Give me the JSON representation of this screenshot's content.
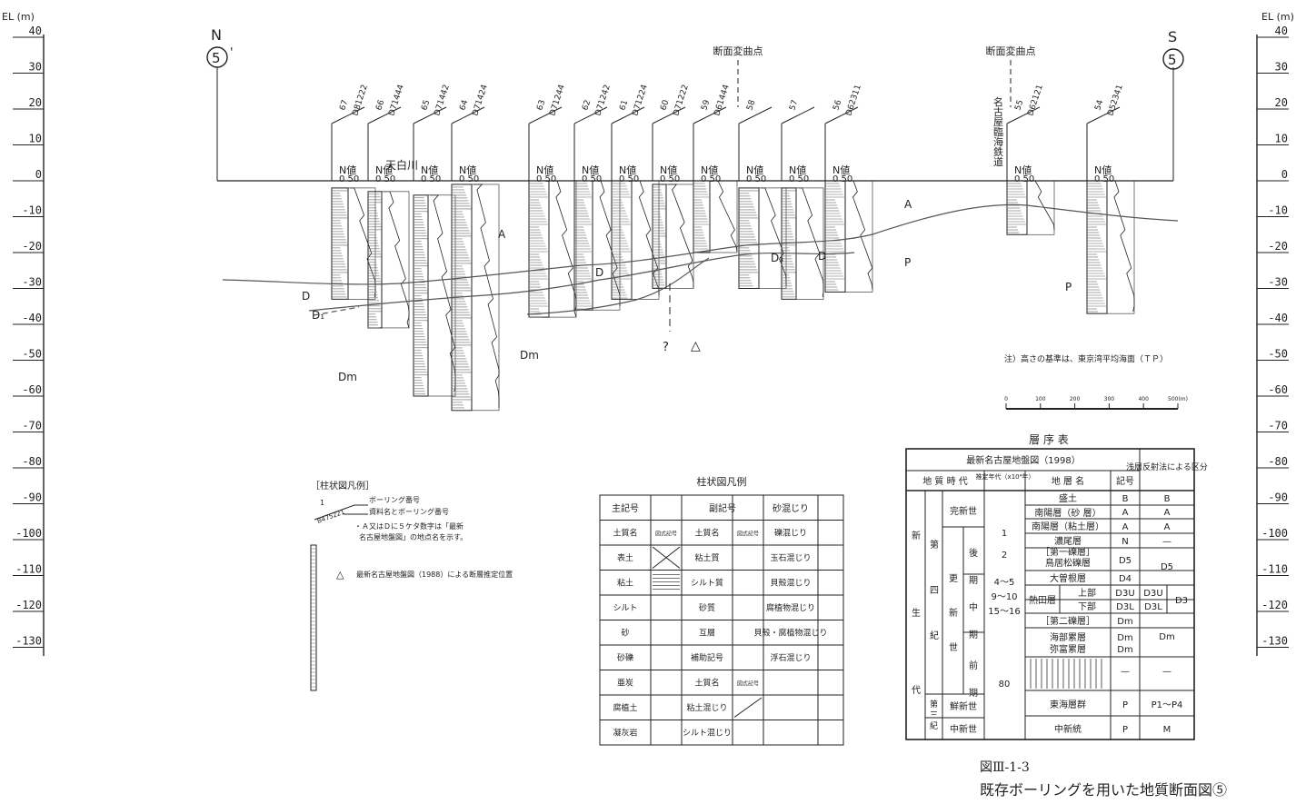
{
  "elevation_axis": {
    "label": "EL (m)",
    "ticks": [
      "40",
      "30",
      "20",
      "10",
      "0",
      "-10",
      "-20",
      "-30",
      "-40",
      "-50",
      "-60",
      "-70",
      "-80",
      "-90",
      "-100",
      "-110",
      "-120",
      "-130"
    ]
  },
  "section": {
    "north_letter": "N",
    "south_letter": "S",
    "marker_number": "5",
    "marker_prime": "'",
    "bend_point_label": "断面変曲点",
    "river_label": "天白川",
    "railway_label": "名古屋臨海鉄道",
    "n_value_label": "N値",
    "n_value_scale": "0 50",
    "unknown_mark": "?",
    "triangle_mark": "△",
    "note": "注）高さの基準は、東京湾平均海面（ＴＰ）",
    "scale_ticks": [
      "0",
      "100",
      "200",
      "300",
      "400",
      "500(m)"
    ]
  },
  "boreholes": [
    {
      "no": "67",
      "id": "D81222"
    },
    {
      "no": "66",
      "id": "D71444"
    },
    {
      "no": "65",
      "id": "D71442"
    },
    {
      "no": "64",
      "id": "D71424"
    },
    {
      "no": "63",
      "id": "D71244"
    },
    {
      "no": "62",
      "id": "D71242"
    },
    {
      "no": "61",
      "id": "D71224"
    },
    {
      "no": "60",
      "id": "D71222"
    },
    {
      "no": "59",
      "id": "D61444"
    },
    {
      "no": "58",
      "id": ""
    },
    {
      "no": "57",
      "id": ""
    },
    {
      "no": "56",
      "id": "D62311"
    },
    {
      "no": "55",
      "id": "D62121"
    },
    {
      "no": "54",
      "id": "D52341"
    }
  ],
  "strata_labels": {
    "A": "A",
    "P": "P",
    "D": "D",
    "D1": "D₁",
    "D3": "D₃",
    "Dm": "Dm"
  },
  "legend_left": {
    "title": "［柱状図凡例］",
    "sample_no": "1",
    "sample_id": "B475221",
    "line1": "ボーリング番号",
    "line2": "資料名とボーリング番号",
    "note1": "・Ａ又はＤに５ケタ数字は「最新",
    "note2": "名古屋地盤図」の地点名を示す。",
    "triangle": "△",
    "triangle_note": "最新名古屋地盤図（1988）による断層推定位置"
  },
  "legend_table": {
    "title": "柱状図凡例",
    "headers": [
      "主記号",
      "副記号",
      "砂混じり"
    ],
    "rows": [
      [
        "土質名",
        "図式記号",
        "土質名",
        "図式記号",
        "礫混じり"
      ],
      [
        "表土",
        "",
        "粘土質",
        "",
        "玉石混じり"
      ],
      [
        "粘土",
        "",
        "シルト質",
        "",
        "貝殻混じり"
      ],
      [
        "シルト",
        "",
        "砂質",
        "",
        "腐植物混じり"
      ],
      [
        "砂",
        "",
        "互層",
        "",
        "貝殻・腐植物混じり"
      ],
      [
        "砂礫",
        "",
        "補助記号",
        "",
        "浮石混じり"
      ],
      [
        "亜炭",
        "",
        "土質名",
        "図式記号",
        ""
      ],
      [
        "腐植土",
        "",
        "粘土混じり",
        "",
        ""
      ],
      [
        "凝灰岩",
        "",
        "シルト混じり",
        "",
        ""
      ]
    ]
  },
  "strat_table": {
    "title": "層 序 表",
    "source": "最新名古屋地盤図（1998）",
    "col_era": "地 質 時 代",
    "col_age": "推定年代（x10⁴年）",
    "col_name": "地 層 名",
    "col_sym": "記号",
    "col_seismic": "浅層反射法による区分",
    "era": "新生代",
    "period_q": "第四紀",
    "period_t": "第三紀",
    "epochs": [
      "完新世",
      "更新世",
      "鮮新世",
      "中新世"
    ],
    "sub_epochs": [
      "後期",
      "中期",
      "前期"
    ],
    "ages": [
      "1",
      "2",
      "4〜5",
      "9〜10",
      "15〜16",
      "80"
    ],
    "rows": [
      {
        "name": "盛土",
        "sym": "B",
        "seis": "B"
      },
      {
        "name": "南陽層（砂 層）",
        "sym": "A",
        "seis": "A"
      },
      {
        "name": "南陽層（粘土層）",
        "sym": "A",
        "seis": "A"
      },
      {
        "name": "濃尾層",
        "sym": "N",
        "seis": "—"
      },
      {
        "name": "［第一礫層］鳥居松礫層",
        "sym": "D5",
        "seis": "D5"
      },
      {
        "name": "大曽根層",
        "sym": "D4",
        "seis": ""
      },
      {
        "name": "熱田層 上部",
        "sym": "D3U",
        "seis": "D3U"
      },
      {
        "name": "熱田層 下部",
        "sym": "D3L",
        "seis": "D3L"
      },
      {
        "name": "［第二礫層］",
        "sym": "Dm",
        "seis": "Dm"
      },
      {
        "name": "海部累層 弥富累層",
        "sym": "Dm Dm",
        "seis": ""
      },
      {
        "name": "",
        "sym": "—",
        "seis": "—"
      },
      {
        "name": "東海層群",
        "sym": "P",
        "seis": "P1〜P4"
      },
      {
        "name": "中新統",
        "sym": "P",
        "seis": "M"
      }
    ],
    "d3_merged": "D3",
    "atsuta": "熱田層",
    "upper": "上部",
    "lower": "下部",
    "first_gravel": "［第一礫層］",
    "torii": "鳥居松礫層",
    "kaifu": "海部累層",
    "yatomi": "弥富累層"
  },
  "caption": {
    "figure_no": "図Ⅲ-1-3",
    "title": "既存ボーリングを用いた地質断面図⑤"
  }
}
